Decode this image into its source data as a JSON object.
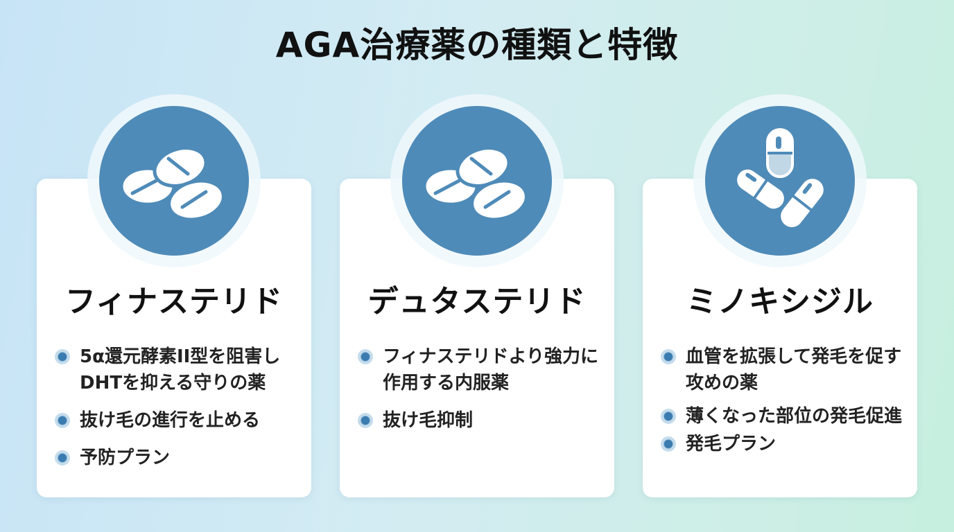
{
  "title": "AGA治療薬の種類と特徴",
  "colors": {
    "accent": "#4f8bb8",
    "bullet": "#3a7bb0",
    "card": "#ffffff"
  },
  "cards": [
    {
      "name": "フィナステリド",
      "icon": "tablets-icon",
      "bullets": [
        "5α還元酵素II型を阻害しDHTを抑える守りの薬",
        "抜け毛の進行を止める",
        "予防プラン"
      ]
    },
    {
      "name": "デュタステリド",
      "icon": "tablets-icon",
      "bullets": [
        "フィナステリドより強力に作用する内服薬",
        "抜け毛抑制"
      ]
    },
    {
      "name": "ミノキシジル",
      "icon": "capsules-icon",
      "bullets": [
        "血管を拡張して発毛を促す攻めの薬",
        "薄くなった部位の発毛促進",
        "発毛プラン"
      ]
    }
  ]
}
